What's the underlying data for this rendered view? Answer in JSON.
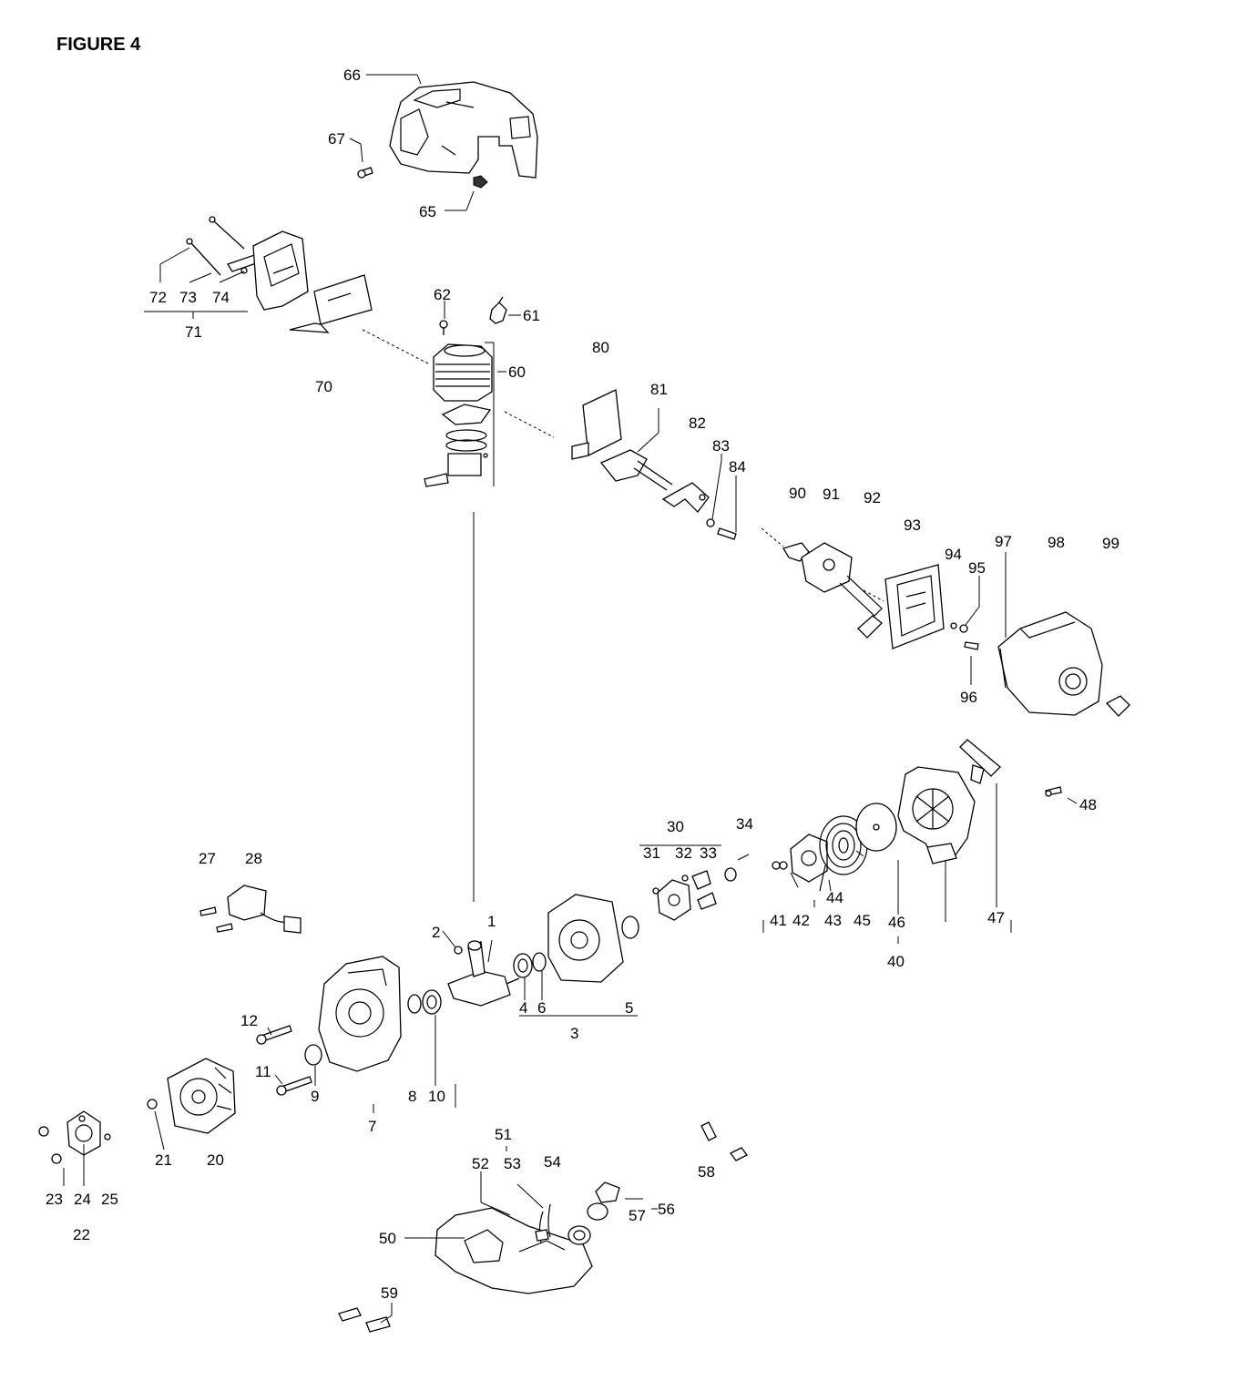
{
  "figure_title": "FIGURE 4",
  "callouts": {
    "c1": "1",
    "c2": "2",
    "c3": "3",
    "c4": "4",
    "c5": "5",
    "c6": "6",
    "c7": "7",
    "c8": "8",
    "c9": "9",
    "c10": "10",
    "c11": "11",
    "c12": "12",
    "c20": "20",
    "c21": "21",
    "c22": "22",
    "c23": "23",
    "c24": "24",
    "c25": "25",
    "c27": "27",
    "c28": "28",
    "c30": "30",
    "c31": "31",
    "c32": "32",
    "c33": "33",
    "c34": "34",
    "c40": "40",
    "c41": "41",
    "c42": "42",
    "c43": "43",
    "c44": "44",
    "c45": "45",
    "c46": "46",
    "c47": "47",
    "c48": "48",
    "c50": "50",
    "c51": "51",
    "c52": "52",
    "c53": "53",
    "c54": "54",
    "c56": "56",
    "c57": "57",
    "c58": "58",
    "c59": "59",
    "c60": "60",
    "c61": "61",
    "c62": "62",
    "c65": "65",
    "c66": "66",
    "c67": "67",
    "c70": "70",
    "c71": "71",
    "c72": "72",
    "c73": "73",
    "c74": "74",
    "c80": "80",
    "c81": "81",
    "c82": "82",
    "c83": "83",
    "c84": "84",
    "c90": "90",
    "c91": "91",
    "c92": "92",
    "c93": "93",
    "c94": "94",
    "c95": "95",
    "c96": "96",
    "c97": "97",
    "c98": "98",
    "c99": "99"
  }
}
